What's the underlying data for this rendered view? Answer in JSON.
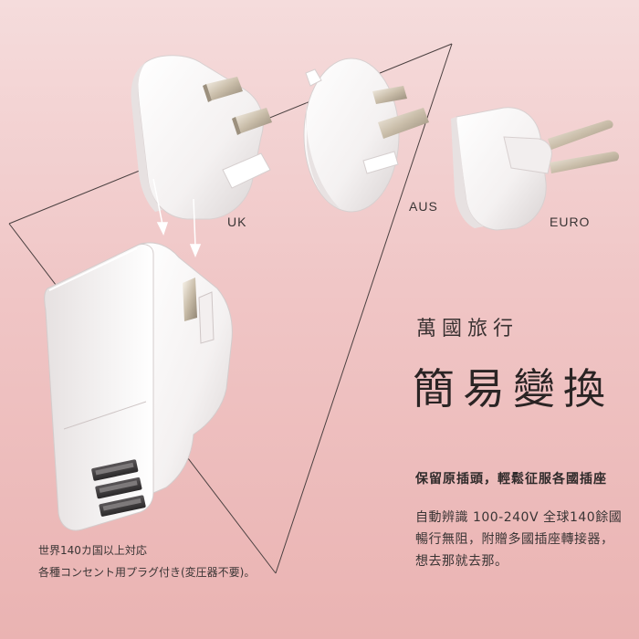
{
  "labels": {
    "uk": "UK",
    "aus": "AUS",
    "euro": "EURO"
  },
  "headline": {
    "small": "萬國旅行",
    "big": "簡易變換"
  },
  "subhead": "保留原插頭，輕鬆征服各國插座",
  "description": [
    "自動辨識 100-240V 全球140餘國",
    "暢行無阻，附贈多國插座轉接器，",
    "想去那就去那。"
  ],
  "japanese_note": [
    "世界140カ国以上対応",
    "各種コンセント用プラグ付き(変圧器不要)。"
  ]
}
